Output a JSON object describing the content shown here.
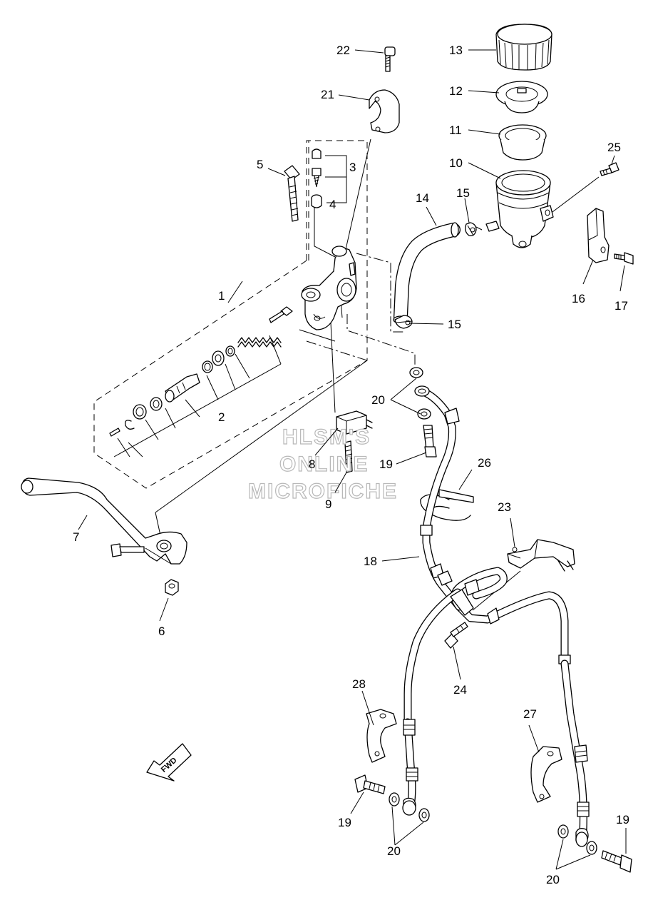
{
  "diagram": {
    "callouts": [
      {
        "id": "c1",
        "text": "1"
      },
      {
        "id": "c2",
        "text": "2"
      },
      {
        "id": "c3",
        "text": "3"
      },
      {
        "id": "c4",
        "text": "4"
      },
      {
        "id": "c5",
        "text": "5"
      },
      {
        "id": "c6",
        "text": "6"
      },
      {
        "id": "c7",
        "text": "7"
      },
      {
        "id": "c8",
        "text": "8"
      },
      {
        "id": "c9",
        "text": "9"
      },
      {
        "id": "c10",
        "text": "10"
      },
      {
        "id": "c11",
        "text": "11"
      },
      {
        "id": "c12",
        "text": "12"
      },
      {
        "id": "c13",
        "text": "13"
      },
      {
        "id": "c14",
        "text": "14"
      },
      {
        "id": "c15a",
        "text": "15"
      },
      {
        "id": "c15b",
        "text": "15"
      },
      {
        "id": "c16",
        "text": "16"
      },
      {
        "id": "c17",
        "text": "17"
      },
      {
        "id": "c18",
        "text": "18"
      },
      {
        "id": "c19a",
        "text": "19"
      },
      {
        "id": "c19b",
        "text": "19"
      },
      {
        "id": "c19c",
        "text": "19"
      },
      {
        "id": "c20a",
        "text": "20"
      },
      {
        "id": "c20b",
        "text": "20"
      },
      {
        "id": "c20c",
        "text": "20"
      },
      {
        "id": "c21",
        "text": "21"
      },
      {
        "id": "c22",
        "text": "22"
      },
      {
        "id": "c23",
        "text": "23"
      },
      {
        "id": "c24",
        "text": "24"
      },
      {
        "id": "c25",
        "text": "25"
      },
      {
        "id": "c26",
        "text": "26"
      },
      {
        "id": "c27",
        "text": "27"
      },
      {
        "id": "c28",
        "text": "28"
      }
    ],
    "watermark": [
      "HLSM'S",
      "ONLINE",
      "MICROFICHE"
    ],
    "direction_marker": "FWD"
  }
}
